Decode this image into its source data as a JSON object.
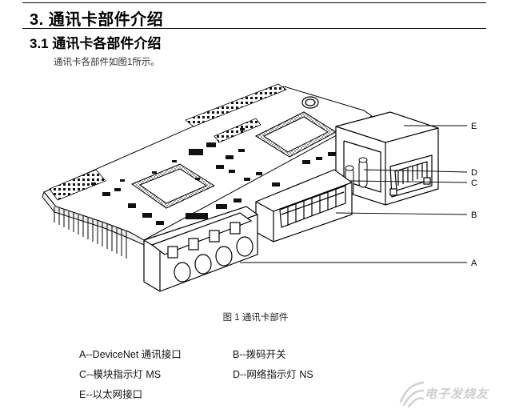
{
  "section_title": "3.  通讯卡部件介绍",
  "subsection_title": "3.1  通讯卡各部件介绍",
  "intro_text": "通讯卡各部件如图1所示。",
  "figure": {
    "caption": "图 1  通讯卡部件",
    "callouts": [
      "E",
      "D",
      "C",
      "B",
      "A"
    ]
  },
  "legend": {
    "a": "A--DeviceNet 通讯接口",
    "b": "B--拨码开关",
    "c": "C--模块指示灯 MS",
    "d": "D--网络指示灯 NS",
    "e": "E--以太网接口"
  },
  "watermark": "电子发烧友"
}
